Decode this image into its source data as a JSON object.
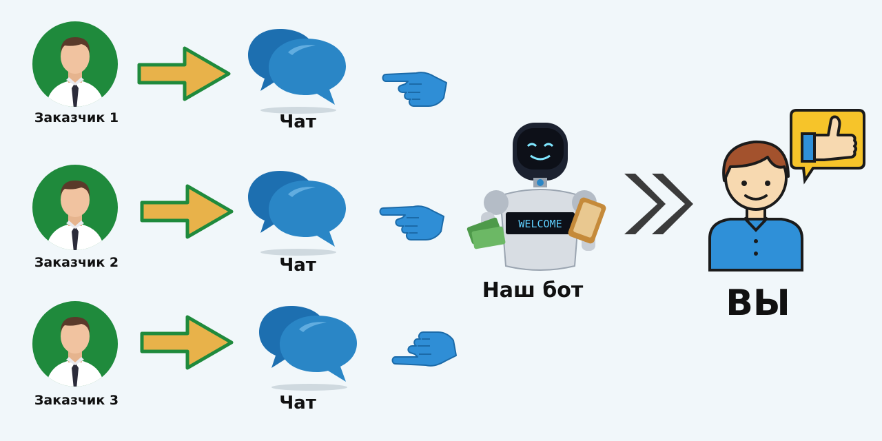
{
  "customers": [
    {
      "label": "Заказчик 1"
    },
    {
      "label": "Заказчик 2"
    },
    {
      "label": "Заказчик 3"
    }
  ],
  "chats": [
    {
      "label": "Чат"
    },
    {
      "label": "Чат"
    },
    {
      "label": "Чат"
    }
  ],
  "bot": {
    "label": "Наш бот",
    "screen_text": "WELCOME"
  },
  "you": {
    "label": "ВЫ"
  },
  "colors": {
    "background": "#f1f7fa",
    "customer_circle": "#1f8a3c",
    "arrow_fill": "#e8b24a",
    "arrow_stroke": "#1f8a3c",
    "chat_blue": "#2a86c6",
    "hand_blue": "#2f8ed6",
    "chevron": "#3b3b3b",
    "you_shirt": "#2f90d8",
    "like_bubble": "#f6c42a"
  }
}
